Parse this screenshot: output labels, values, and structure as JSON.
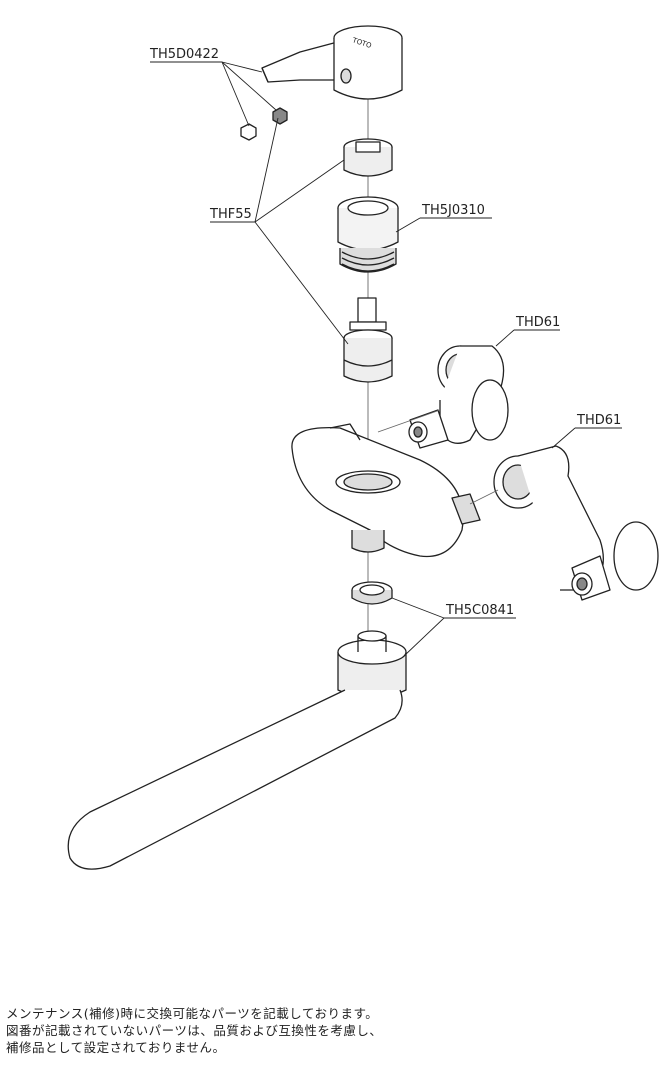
{
  "parts": {
    "lever_handle": "TH5D0422",
    "cartridge_set": "THF55",
    "cartridge_nut": "TH5J0310",
    "elbow_upper": "THD61",
    "elbow_lower": "THD61",
    "spout_packing": "TH5C0841"
  },
  "handle_logo": "TOTO",
  "notes": [
    "メンテナンス(補修)時に交換可能なパーツを記載しております。",
    "図番が記載されていないパーツは、品質および互換性を考慮し、",
    "補修品として設定されておりません。"
  ]
}
